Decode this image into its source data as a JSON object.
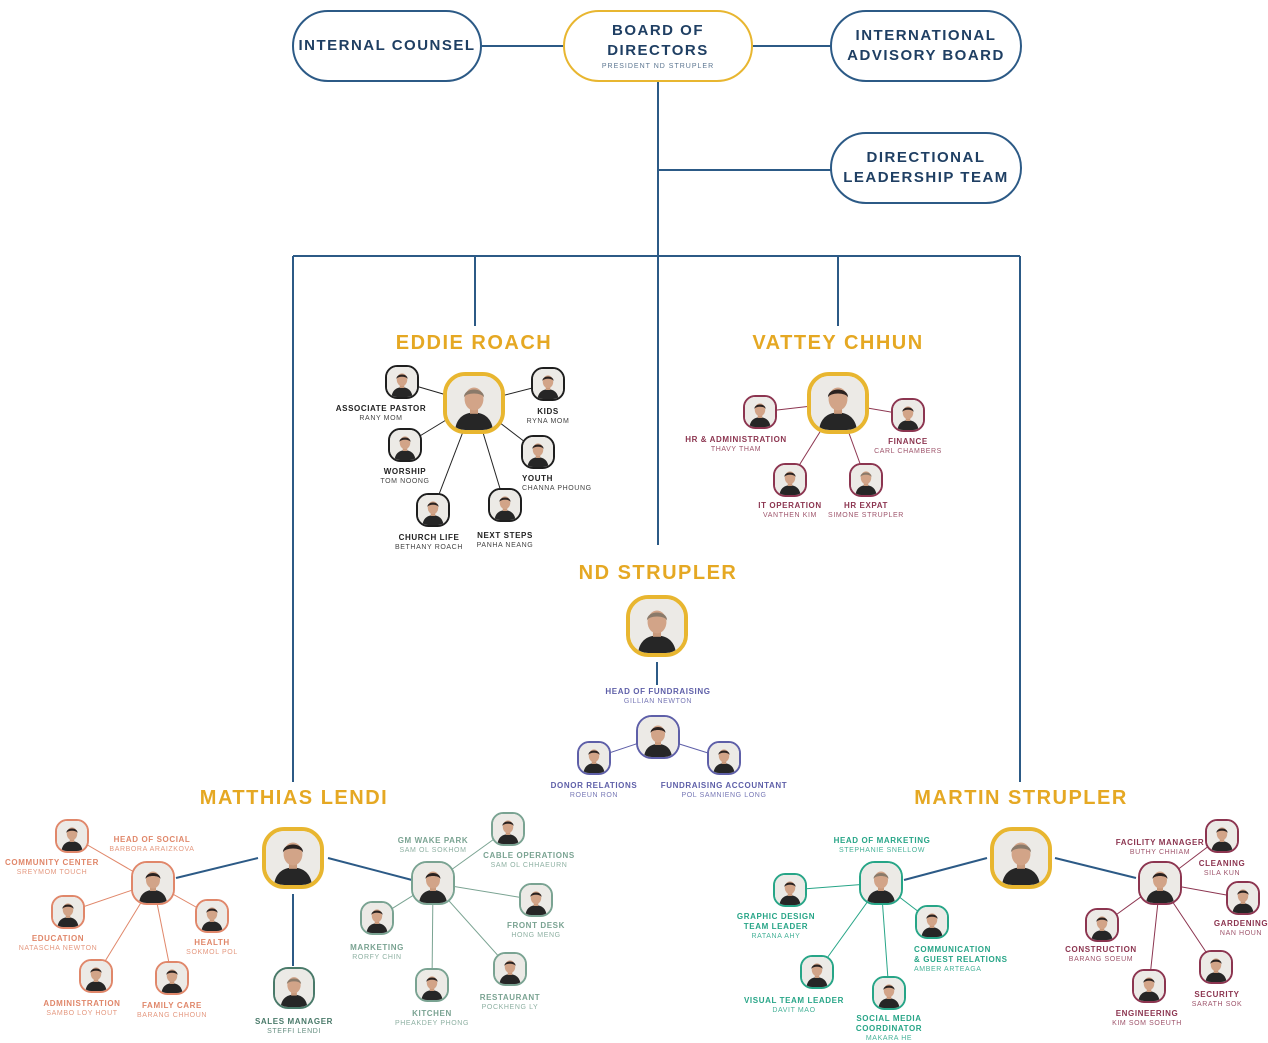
{
  "top": {
    "board": {
      "title": "BOARD OF DIRECTORS",
      "subtitle": "PRESIDENT ND STRUPLER"
    },
    "counsel": {
      "title": "INTERNAL COUNSEL"
    },
    "advisory": {
      "line1": "INTERNATIONAL",
      "line2": "ADVISORY BOARD"
    },
    "directional": {
      "line1": "DIRECTIONAL",
      "line2": "LEADERSHIP TEAM"
    }
  },
  "leaders": {
    "eddie": "EDDIE ROACH",
    "vattey": "VATTEY CHHUN",
    "nd": "ND STRUPLER",
    "matthias": "MATTHIAS LENDI",
    "martin": "MARTIN STRUPLER"
  },
  "colors": {
    "line": "#2c5a86",
    "gold": "#e8b630",
    "eddie_team": "#1e1e1e",
    "vattey_team": "#8c3550",
    "nd_team": "#5e5fa8",
    "matthias_social": "#e0876a",
    "matthias_wake": "#7aa392",
    "martin_marketing": "#27a587",
    "martin_facility": "#8c3550"
  },
  "eddie_team": [
    {
      "role": "ASSOCIATE PASTOR",
      "name": "RANY MOM"
    },
    {
      "role": "KIDS",
      "name": "RYNA MOM"
    },
    {
      "role": "WORSHIP",
      "name": "TOM NOONG"
    },
    {
      "role": "YOUTH",
      "name": "CHANNA PHOUNG"
    },
    {
      "role": "CHURCH LIFE",
      "name": "BETHANY ROACH"
    },
    {
      "role": "NEXT STEPS",
      "name": "PANHA NEANG"
    }
  ],
  "vattey_team": [
    {
      "role": "HR & ADMINISTRATION",
      "name": "THAVY THAM"
    },
    {
      "role": "FINANCE",
      "name": "CARL CHAMBERS"
    },
    {
      "role": "IT OPERATION",
      "name": "VANTHEN KIM"
    },
    {
      "role": "HR EXPAT",
      "name": "SIMONE STRUPLER"
    }
  ],
  "nd_team": {
    "head": {
      "role": "HEAD OF FUNDRAISING",
      "name": "GILLIAN NEWTON"
    },
    "members": [
      {
        "role": "DONOR RELATIONS",
        "name": "ROEUN RON"
      },
      {
        "role": "FUNDRAISING ACCOUNTANT",
        "name": "POL SAMNIENG LONG"
      }
    ]
  },
  "matthias_team": {
    "social_head": {
      "role": "HEAD OF SOCIAL",
      "name": "BARBORA ARAIZKOVA"
    },
    "social": [
      {
        "role": "COMMUNITY CENTER",
        "name": "SREYMOM TOUCH"
      },
      {
        "role": "EDUCATION",
        "name": "NATASCHA NEWTON"
      },
      {
        "role": "HEALTH",
        "name": "SOKMOL POL"
      },
      {
        "role": "ADMINISTRATION",
        "name": "SAMBO LOY HOUT"
      },
      {
        "role": "FAMILY CARE",
        "name": "BARANG CHHOUN"
      }
    ],
    "sales": {
      "role": "SALES MANAGER",
      "name": "STEFFI LENDI"
    },
    "wake_head": {
      "role": "GM WAKE PARK",
      "name": "SAM OL SOKHOM"
    },
    "wake": [
      {
        "role": "CABLE OPERATIONS",
        "name": "SAM OL CHHAEURN"
      },
      {
        "role": "FRONT DESK",
        "name": "HONG MENG"
      },
      {
        "role": "MARKETING",
        "name": "RORFY CHIN"
      },
      {
        "role": "KITCHEN",
        "name": "PHEAKDEY PHONG"
      },
      {
        "role": "RESTAURANT",
        "name": "POCKHENG LY"
      }
    ]
  },
  "martin_team": {
    "marketing_head": {
      "role": "HEAD OF MARKETING",
      "name": "STEPHANIE SNELLOW"
    },
    "marketing": [
      {
        "role": "GRAPHIC DESIGN",
        "role2": "TEAM LEADER",
        "name": "RATANA AHY"
      },
      {
        "role": "COMMUNICATION",
        "role2": "& GUEST RELATIONS",
        "name": "AMBER ARTEAGA"
      },
      {
        "role": "VISUAL TEAM LEADER",
        "name": "DAVIT MAO"
      },
      {
        "role": "SOCIAL MEDIA",
        "role2": "COORDINATOR",
        "name": "MAKARA HE"
      }
    ],
    "facility_head": {
      "role": "FACILITY MANAGER",
      "name": "BUTHY CHHIAM"
    },
    "facility": [
      {
        "role": "CLEANING",
        "name": "SILA KUN"
      },
      {
        "role": "CONSTRUCTION",
        "name": "BARANG SOEUM"
      },
      {
        "role": "GARDENING",
        "name": "NAN HOUN"
      },
      {
        "role": "ENGINEERING",
        "name": "KIM SOM SOEUTH"
      },
      {
        "role": "SECURITY",
        "name": "SARATH SOK"
      }
    ]
  }
}
